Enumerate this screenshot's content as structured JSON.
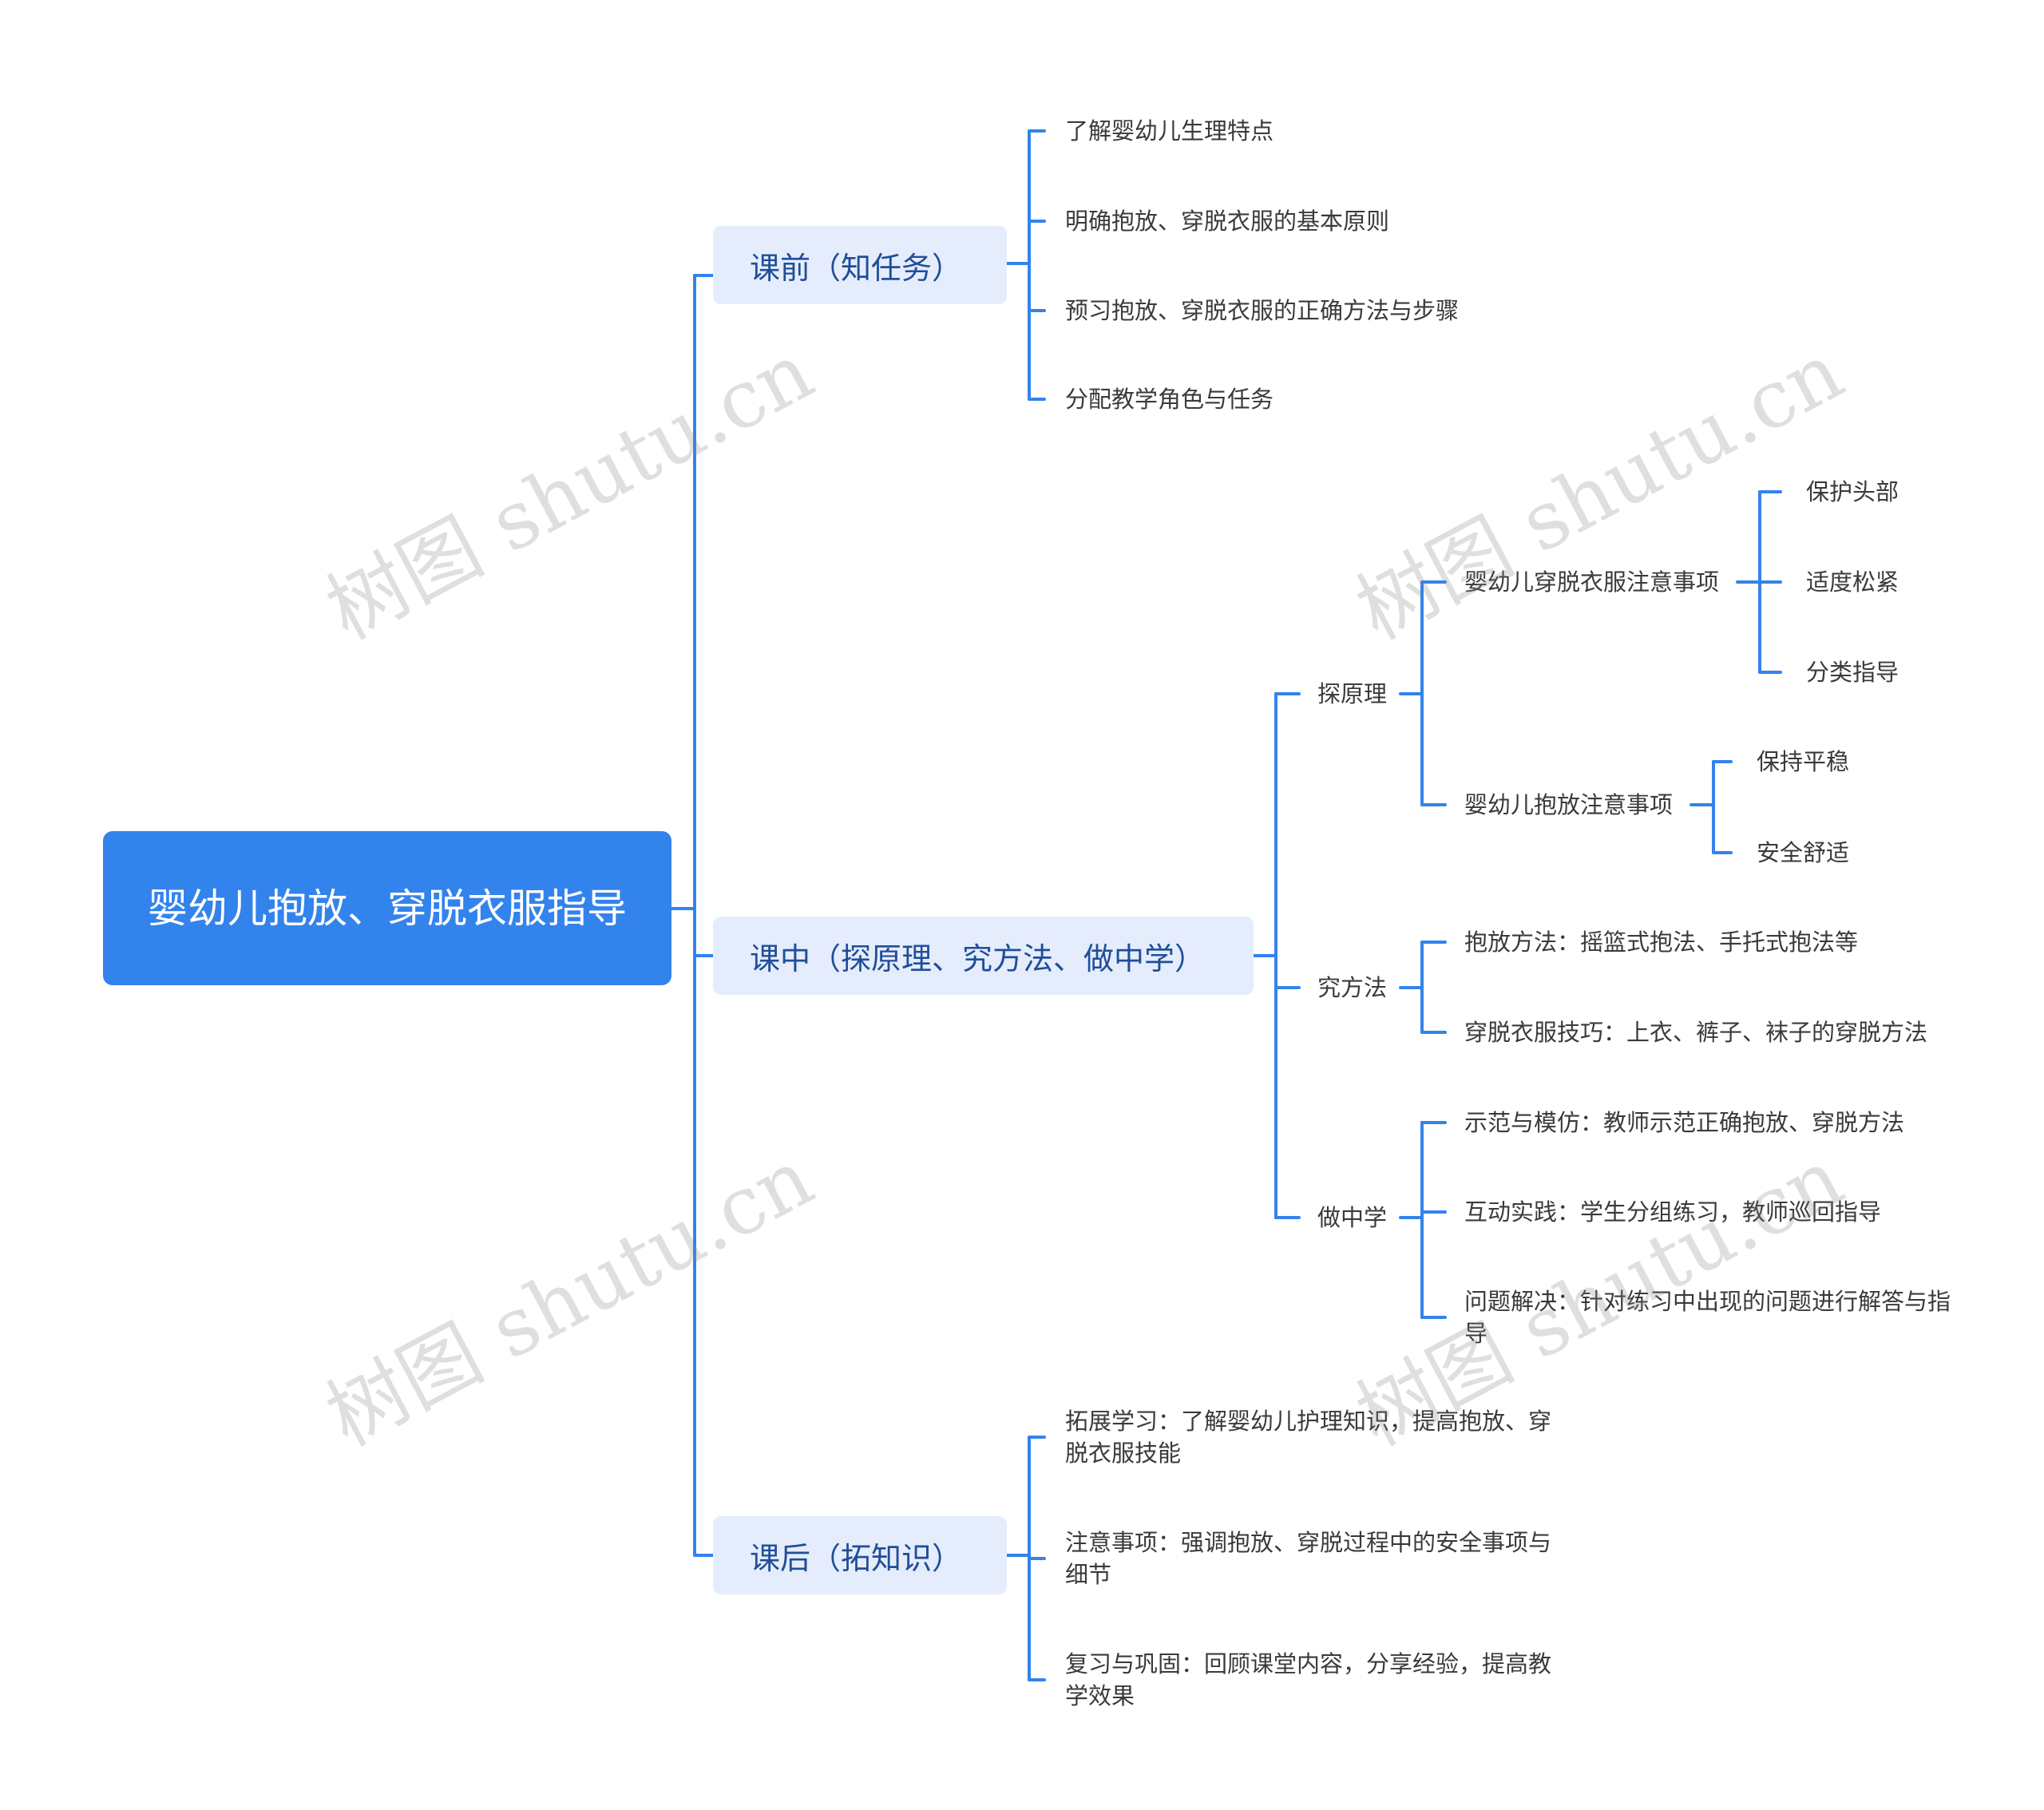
{
  "root": "婴幼儿抱放、穿脱衣服指导",
  "sections": {
    "pre": {
      "label": "课前（知任务）",
      "items": [
        "了解婴幼儿生理特点",
        "明确抱放、穿脱衣服的基本原则",
        "预习抱放、穿脱衣服的正确方法与步骤",
        "分配教学角色与任务"
      ]
    },
    "mid": {
      "label": "课中（探原理、究方法、做中学）",
      "tan": {
        "label": "探原理",
        "dress": {
          "label": "婴幼儿穿脱衣服注意事项",
          "items": [
            "保护头部",
            "适度松紧",
            "分类指导"
          ]
        },
        "hold": {
          "label": "婴幼儿抱放注意事项",
          "items": [
            "保持平稳",
            "安全舒适"
          ]
        }
      },
      "jiu": {
        "label": "究方法",
        "items": [
          "抱放方法：摇篮式抱法、手托式抱法等",
          "穿脱衣服技巧：上衣、裤子、袜子的穿脱方法"
        ]
      },
      "zuo": {
        "label": "做中学",
        "items": [
          "示范与模仿：教师示范正确抱放、穿脱方法",
          "互动实践：学生分组练习，教师巡回指导",
          "问题解决：针对练习中出现的问题进行解答与指导"
        ]
      }
    },
    "post": {
      "label": "课后（拓知识）",
      "items": [
        "拓展学习：了解婴幼儿护理知识，提高抱放、穿脱衣服技能",
        "注意事项：强调抱放、穿脱过程中的安全事项与细节",
        "复习与巩固：回顾课堂内容，分享经验，提高教学效果"
      ]
    }
  },
  "watermark": "树图 shutu.cn",
  "colors": {
    "root": "#3383ec",
    "branch_bg": "#e5ecfc",
    "line": "#3383ec",
    "branch_text": "#1f4e99"
  }
}
